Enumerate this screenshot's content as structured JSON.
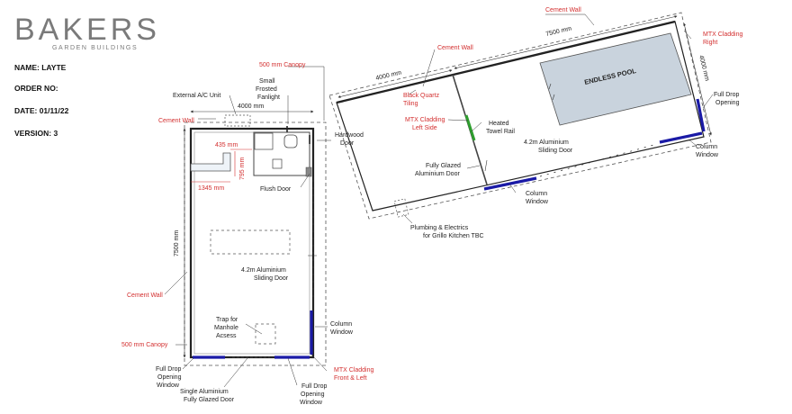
{
  "brand": {
    "name": "BAKERS",
    "sub": "GARDEN BUILDINGS"
  },
  "info": {
    "name": "NAME: LAYTE",
    "order": "ORDER NO:",
    "date": "DATE: 01/11/22",
    "version": "VERSION: 3"
  },
  "colors": {
    "red": "#d32f2f",
    "blue": "#1a1aa6",
    "pool": "#c9d3dd",
    "green": "#2e9e2e"
  },
  "left_plan": {
    "canopy_top": "500 mm Canopy",
    "canopy_left": "500 mm Canopy",
    "ac_unit": "External A/C Unit",
    "dim_top": "4000 mm",
    "dim_side": "7500 mm",
    "cement_wall_top": "Cement Wall",
    "cement_wall_left": "Cement Wall",
    "fanlight": [
      "Small",
      "Frosted",
      "Fanlight"
    ],
    "hardwood_door": [
      "Hardwood",
      "Door"
    ],
    "dim_435": "435 mm",
    "dim_795": "795 mm",
    "dim_1345": "1345 mm",
    "flush_door": "Flush Door",
    "sliding_door": [
      "4.2m Aluminium",
      "Sliding Door"
    ],
    "trap": [
      "Trap for",
      "Manhole",
      "Acsess"
    ],
    "column_window": [
      "Column",
      "Window"
    ],
    "mtx_front_left": [
      "MTX Cladding",
      "Front & Left"
    ],
    "full_drop_window": [
      "Full Drop",
      "Opening",
      "Window"
    ],
    "single_door": [
      "Single Aluminium",
      "Fully Glazed Door"
    ],
    "full_drop_window2": [
      "Full Drop",
      "Opening",
      "Window"
    ]
  },
  "right_plan": {
    "cement_wall_top": "Cement Wall",
    "cement_wall_mid": "Cement Wall",
    "dim_7500": "7500 mm",
    "dim_4000": "4000 mm",
    "dim_4000_side": "4000 mm",
    "mtx_right": [
      "MTX Cladding",
      "Right"
    ],
    "pool": "ENDLESS POOL",
    "black_quartz": [
      "Black Quartz",
      "Tiling"
    ],
    "mtx_left_side": [
      "MTX Cladding",
      "Left Side"
    ],
    "towel_rail": [
      "Heated",
      "Towel Rail"
    ],
    "full_drop_opening": [
      "Full Drop",
      "Opening"
    ],
    "sliding_door": [
      "4.2m Aluminium",
      "Sliding Door"
    ],
    "column_window_right": [
      "Column",
      "Window"
    ],
    "glazed_door": [
      "Fully Glazed",
      "Aluminium Door"
    ],
    "column_window_mid": [
      "Column",
      "Window"
    ],
    "plumbing": [
      "Plumbing & Electrics",
      "for Grillo Kitchen TBC"
    ]
  }
}
